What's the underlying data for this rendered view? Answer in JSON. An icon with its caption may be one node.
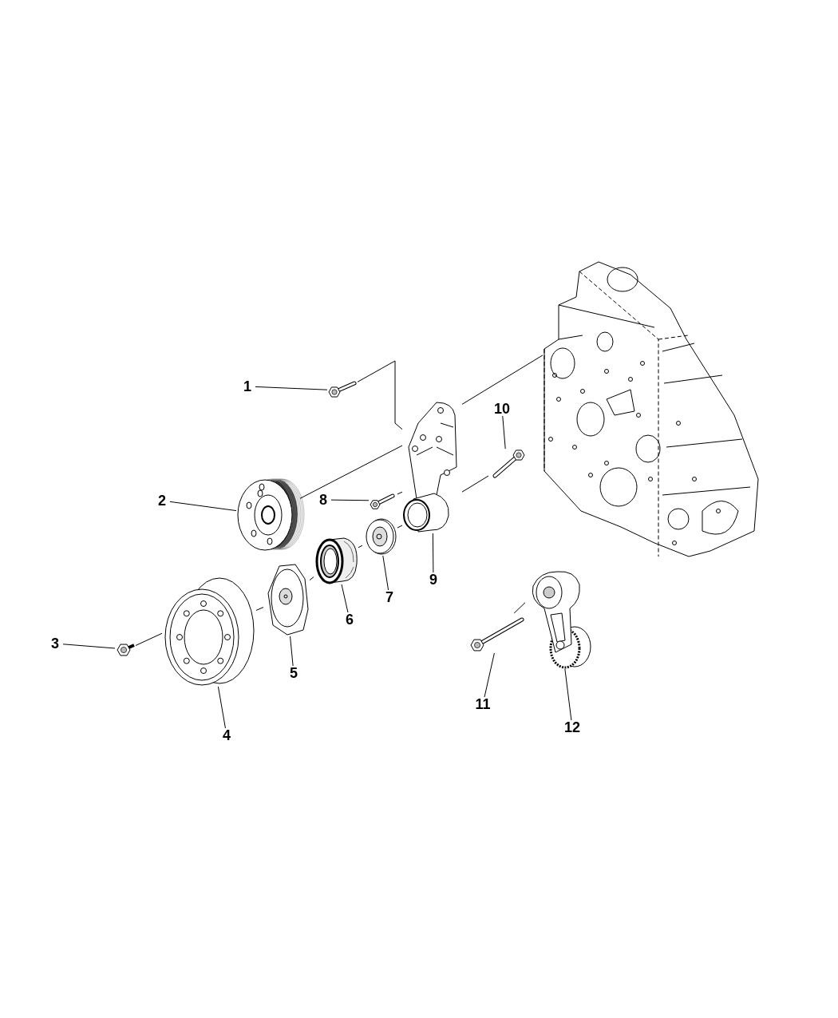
{
  "diagram": {
    "nodes": [
      {
        "text": [
          "1"
        ]
      },
      {
        "text": [
          "2"
        ]
      },
      {
        "text": [
          "3"
        ]
      },
      {
        "text": [
          "4"
        ]
      },
      {
        "text": [
          "5"
        ]
      },
      {
        "text": [
          "6"
        ]
      },
      {
        "text": [
          "7"
        ]
      },
      {
        "text": [
          "8"
        ]
      },
      {
        "text": [
          "9"
        ]
      },
      {
        "text": [
          "10"
        ]
      },
      {
        "text": [
          "11"
        ]
      },
      {
        "text": [
          "12"
        ]
      },
      {
        "text": [],
        "shape": "picture"
      },
      {
        "text": [],
        "shape": "picture"
      },
      {
        "text": [],
        "shape": "picture"
      },
      {
        "text": [],
        "shape": "picture"
      },
      {
        "text": [],
        "shape": "picture"
      },
      {
        "text": [],
        "shape": "picture"
      },
      {
        "text": [],
        "shape": "picture"
      },
      {
        "text": [],
        "shape": "picture"
      },
      {
        "text": [],
        "shape": "picture"
      },
      {
        "text": [],
        "shape": "picture"
      },
      {
        "text": [],
        "shape": "picture"
      },
      {
        "text": [],
        "shape": "picture"
      },
      {
        "text": [],
        "shape": "picture"
      }
    ],
    "edges": [
      {
        "from": 0,
        "to": 12,
        "arrow": "none"
      },
      {
        "from": 1,
        "to": 13,
        "arrow": "none"
      },
      {
        "from": 2,
        "to": 14,
        "arrow": "none"
      },
      {
        "from": 3,
        "to": 15,
        "arrow": "none"
      },
      {
        "from": 4,
        "to": 16,
        "arrow": "none"
      },
      {
        "from": 5,
        "to": 17,
        "arrow": "none"
      },
      {
        "from": 6,
        "to": 18,
        "arrow": "none"
      },
      {
        "from": 7,
        "to": 19,
        "arrow": "none"
      },
      {
        "from": 8,
        "to": 20,
        "arrow": "none"
      },
      {
        "from": 9,
        "to": 21,
        "arrow": "none"
      },
      {
        "from": 10,
        "to": 22,
        "arrow": "none"
      },
      {
        "from": 11,
        "to": 23,
        "arrow": "none"
      },
      {
        "from": 12,
        "to": 20,
        "arrow": "none"
      },
      {
        "from": 13,
        "to": 20,
        "arrow": "none"
      },
      {
        "from": 14,
        "to": 15,
        "arrow": "none"
      },
      {
        "from": 15,
        "to": 16,
        "arrow": "none"
      },
      {
        "from": 16,
        "to": 17,
        "arrow": "none"
      },
      {
        "from": 17,
        "to": 18,
        "arrow": "none"
      },
      {
        "from": 18,
        "to": 20,
        "arrow": "none"
      },
      {
        "from": 19,
        "to": 20,
        "arrow": "none"
      },
      {
        "from": 21,
        "to": 20,
        "arrow": "none"
      },
      {
        "from": 22,
        "to": 23,
        "arrow": "none"
      },
      {
        "from": 20,
        "to": 24,
        "arrow": "none"
      }
    ]
  }
}
